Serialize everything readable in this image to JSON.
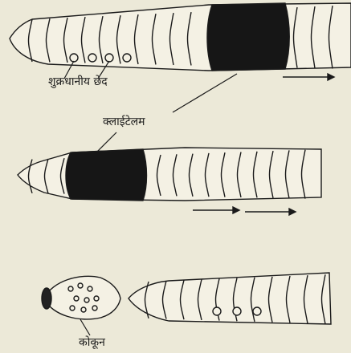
{
  "labels": {
    "male_pores": "शुक्रधानीय छेद",
    "clitellum": "क्लाईटेलम",
    "cocoon": "कोकून"
  },
  "colors": {
    "background": "#ece9d8",
    "ink": "#1a1a1a",
    "segment_fill": "#f4f1e4",
    "clitellum_fill": "#161616"
  }
}
